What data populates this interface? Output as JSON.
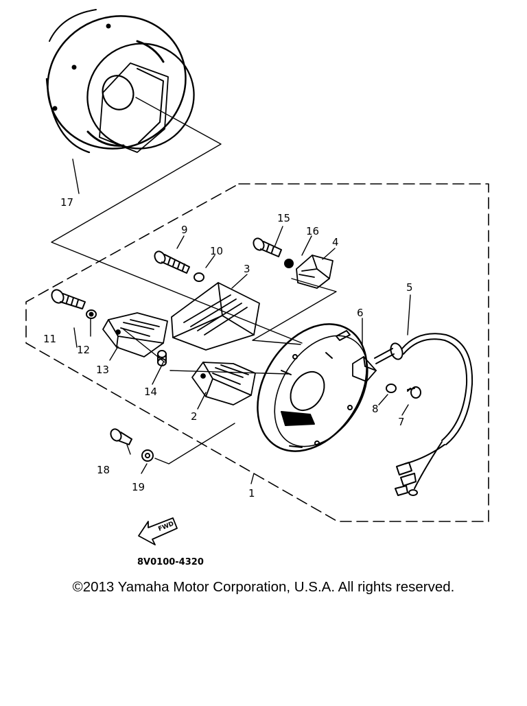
{
  "diagram": {
    "callouts": [
      {
        "id": "p1",
        "label": "1"
      },
      {
        "id": "p2",
        "label": "2"
      },
      {
        "id": "p3",
        "label": "3"
      },
      {
        "id": "p4",
        "label": "4"
      },
      {
        "id": "p5",
        "label": "5"
      },
      {
        "id": "p6",
        "label": "6"
      },
      {
        "id": "p7",
        "label": "7"
      },
      {
        "id": "p8",
        "label": "8"
      },
      {
        "id": "p9",
        "label": "9"
      },
      {
        "id": "p10",
        "label": "10"
      },
      {
        "id": "p11",
        "label": "11"
      },
      {
        "id": "p12",
        "label": "12"
      },
      {
        "id": "p13",
        "label": "13"
      },
      {
        "id": "p14",
        "label": "14"
      },
      {
        "id": "p15",
        "label": "15"
      },
      {
        "id": "p16",
        "label": "16"
      },
      {
        "id": "p17",
        "label": "17"
      },
      {
        "id": "p18",
        "label": "18"
      },
      {
        "id": "p19",
        "label": "19"
      }
    ],
    "drawing_code": "8V0100-4320",
    "fwd_label": "FWD"
  },
  "footer": {
    "copyright": "©2013 Yamaha Motor Corporation, U.S.A. All rights reserved."
  }
}
